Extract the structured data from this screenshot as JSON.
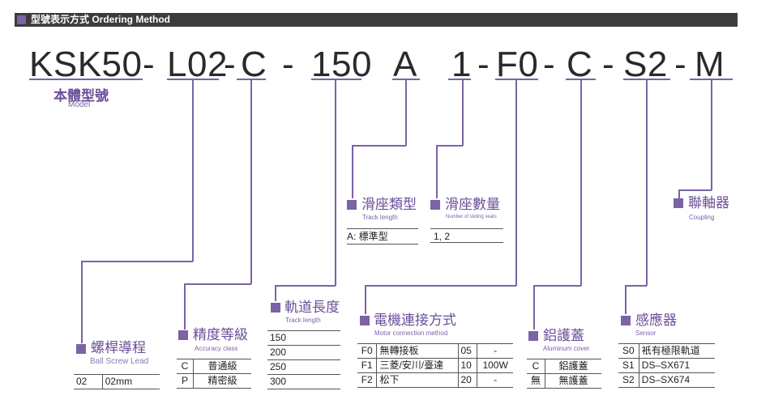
{
  "header": {
    "title": "型號表示方式 Ordering Method"
  },
  "code": {
    "model": "KSK50",
    "lead": "L02",
    "accuracy": "C",
    "length": "150",
    "slider_type": "A",
    "slider_qty": "1",
    "motor": "F0",
    "cover": "C",
    "sensor": "S2",
    "coupling": "M",
    "dash": "-"
  },
  "model_label": {
    "zh": "本體型號",
    "en": "Model"
  },
  "lead": {
    "zh": "螺桿導程",
    "en": "Ball Screw Lead",
    "rows": [
      [
        "02",
        "02mm"
      ]
    ]
  },
  "accuracy": {
    "zh": "精度等級",
    "en": "Accuracy class",
    "rows": [
      [
        "C",
        "普通級"
      ],
      [
        "P",
        "精密級"
      ]
    ]
  },
  "track": {
    "zh": "軌道長度",
    "en": "Track length",
    "rows": [
      "150",
      "200",
      "250",
      "300"
    ]
  },
  "slider_type": {
    "zh": "滑座類型",
    "en": "Track length",
    "value": "A: 標準型"
  },
  "slider_qty": {
    "zh": "滑座數量",
    "en": "Number of sliding seats",
    "value": "1, 2"
  },
  "coupling": {
    "zh": "聯軸器",
    "en": "Coupling"
  },
  "motor": {
    "zh": "電機連接方式",
    "en": "Motor connection method",
    "rows": [
      [
        "F0",
        "無轉接板",
        "05",
        "-"
      ],
      [
        "F1",
        "三菱/安川/臺達",
        "10",
        "100W"
      ],
      [
        "F2",
        "松下",
        "20",
        "-"
      ]
    ]
  },
  "cover": {
    "zh": "鋁護蓋",
    "en": "Aluminum cover",
    "rows": [
      [
        "C",
        "鋁護蓋"
      ],
      [
        "無",
        "無護蓋"
      ]
    ]
  },
  "sensor": {
    "zh": "感應器",
    "en": "Sensor",
    "rows": [
      [
        "S0",
        "衹有極限軌道"
      ],
      [
        "S1",
        "DS–SX671"
      ],
      [
        "S2",
        "DS–SX674"
      ]
    ]
  }
}
